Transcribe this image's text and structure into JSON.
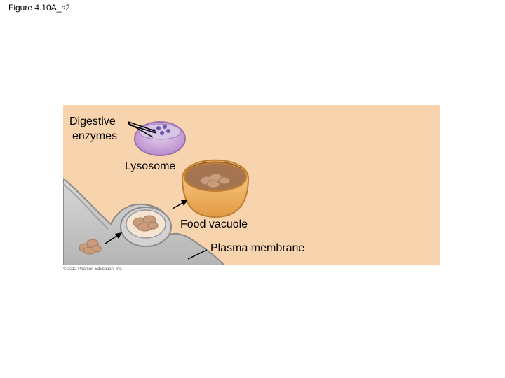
{
  "figure": {
    "title": "Figure 4.10A_s2"
  },
  "labels": {
    "digestive_line1": "Digestive",
    "digestive_line2": "enzymes",
    "lysosome": "Lysosome",
    "food_vacuole": "Food vacuole",
    "plasma_membrane": "Plasma membrane"
  },
  "copyright": "© 2012 Pearson Education, Inc.",
  "colors": {
    "background": "#f8d4ae",
    "cell": "#c4c4c4",
    "lysosome": "#c9a3d6",
    "vacuole": "#f0b060",
    "food": "#c8a080"
  }
}
